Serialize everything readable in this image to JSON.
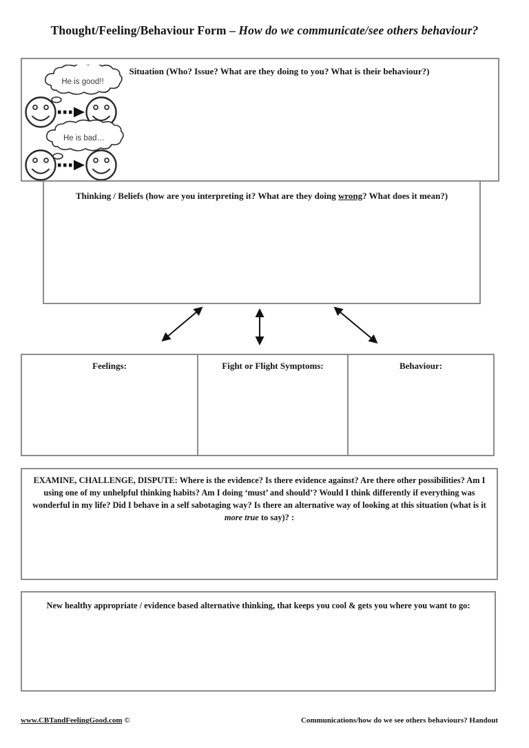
{
  "title": {
    "main": "Thought/Feeling/Behaviour Form – ",
    "italic": "How do we communicate/see others behaviour?"
  },
  "situation": {
    "header": "Situation (Who? Issue? What are they doing to you? What is their behaviour?)",
    "bubbles": {
      "good": "He is good!!",
      "bad": "He is bad…"
    }
  },
  "thinking": {
    "before": "Thinking / Beliefs (how are you interpreting it? What are they doing ",
    "underlined": "wrong",
    "after": "? What does it mean?)"
  },
  "columns": [
    {
      "label": "Feelings:"
    },
    {
      "label": "Fight or Flight Symptoms:"
    },
    {
      "label": "Behaviour:"
    }
  ],
  "examine": {
    "before": "EXAMINE, CHALLENGE, DISPUTE: Where is the evidence? Is there evidence against? Are there other possibilities? Am I using one of my unhelpful thinking habits? Am I doing ‘must’ and should’? Would I think differently if everything was wonderful in my life? Did I behave in a self sabotaging way? Is there an alternative way of looking at this situation (what is it ",
    "italic": "more true",
    "after": " to say)? :"
  },
  "new_thinking": {
    "header": "New healthy appropriate / evidence based alternative thinking, that keeps you cool & gets you where you want to go:"
  },
  "footer": {
    "link": "www.CBTandFeelingGood.com",
    "suffix": " ©",
    "right": "Communications/how do we see others behaviours? Handout"
  }
}
